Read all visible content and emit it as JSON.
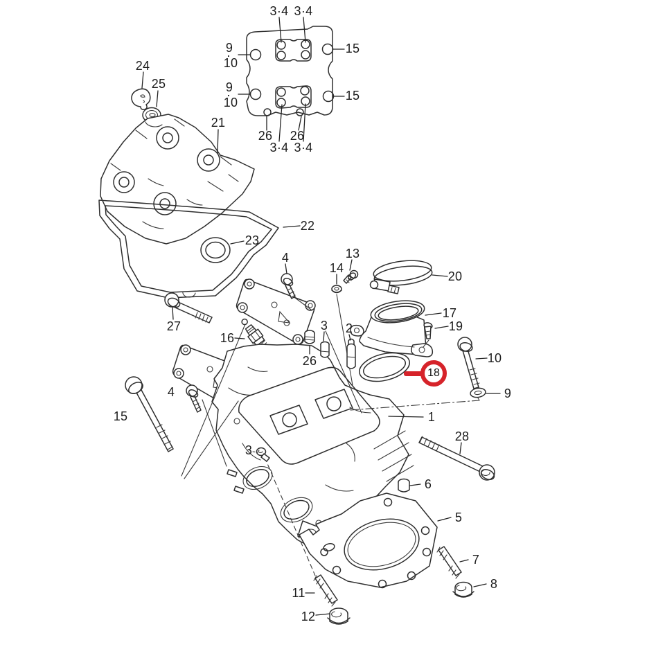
{
  "diagram": {
    "type": "exploded-parts-diagram",
    "background_color": "#ffffff",
    "line_color": "#2e2e2e",
    "text_color": "#1c1c1c",
    "highlight": {
      "label": "18",
      "color": "#d6232a"
    },
    "callouts": [
      {
        "id": "c34a",
        "text": "3·4"
      },
      {
        "id": "c34b",
        "text": "3·4"
      },
      {
        "id": "c9a",
        "text": "9"
      },
      {
        "id": "cdota",
        "text": "·"
      },
      {
        "id": "c10a",
        "text": "10"
      },
      {
        "id": "c15a",
        "text": "15"
      },
      {
        "id": "c9b",
        "text": "9"
      },
      {
        "id": "cdotb",
        "text": "·"
      },
      {
        "id": "c10b",
        "text": "10"
      },
      {
        "id": "c15b",
        "text": "15"
      },
      {
        "id": "c26a",
        "text": "26"
      },
      {
        "id": "c26b",
        "text": "26"
      },
      {
        "id": "c34c",
        "text": "3·4"
      },
      {
        "id": "c34d",
        "text": "3·4"
      },
      {
        "id": "c24",
        "text": "24"
      },
      {
        "id": "c25",
        "text": "25"
      },
      {
        "id": "c21",
        "text": "21"
      },
      {
        "id": "c22",
        "text": "22"
      },
      {
        "id": "c23",
        "text": "23"
      },
      {
        "id": "c4a",
        "text": "4"
      },
      {
        "id": "c13",
        "text": "13"
      },
      {
        "id": "c14",
        "text": "14"
      },
      {
        "id": "c20",
        "text": "20"
      },
      {
        "id": "c17",
        "text": "17"
      },
      {
        "id": "c19",
        "text": "19"
      },
      {
        "id": "c27",
        "text": "27"
      },
      {
        "id": "c16",
        "text": "16"
      },
      {
        "id": "c3a",
        "text": "3"
      },
      {
        "id": "c2",
        "text": "2"
      },
      {
        "id": "c26c",
        "text": "26"
      },
      {
        "id": "c10c",
        "text": "10"
      },
      {
        "id": "c9c",
        "text": "9"
      },
      {
        "id": "c4b",
        "text": "4"
      },
      {
        "id": "c15c",
        "text": "15"
      },
      {
        "id": "c1",
        "text": "1"
      },
      {
        "id": "c28",
        "text": "28"
      },
      {
        "id": "c3b",
        "text": "3"
      },
      {
        "id": "c6",
        "text": "6"
      },
      {
        "id": "c5",
        "text": "5"
      },
      {
        "id": "c7",
        "text": "7"
      },
      {
        "id": "c8",
        "text": "8"
      },
      {
        "id": "c11",
        "text": "11"
      },
      {
        "id": "c12",
        "text": "12"
      }
    ]
  }
}
